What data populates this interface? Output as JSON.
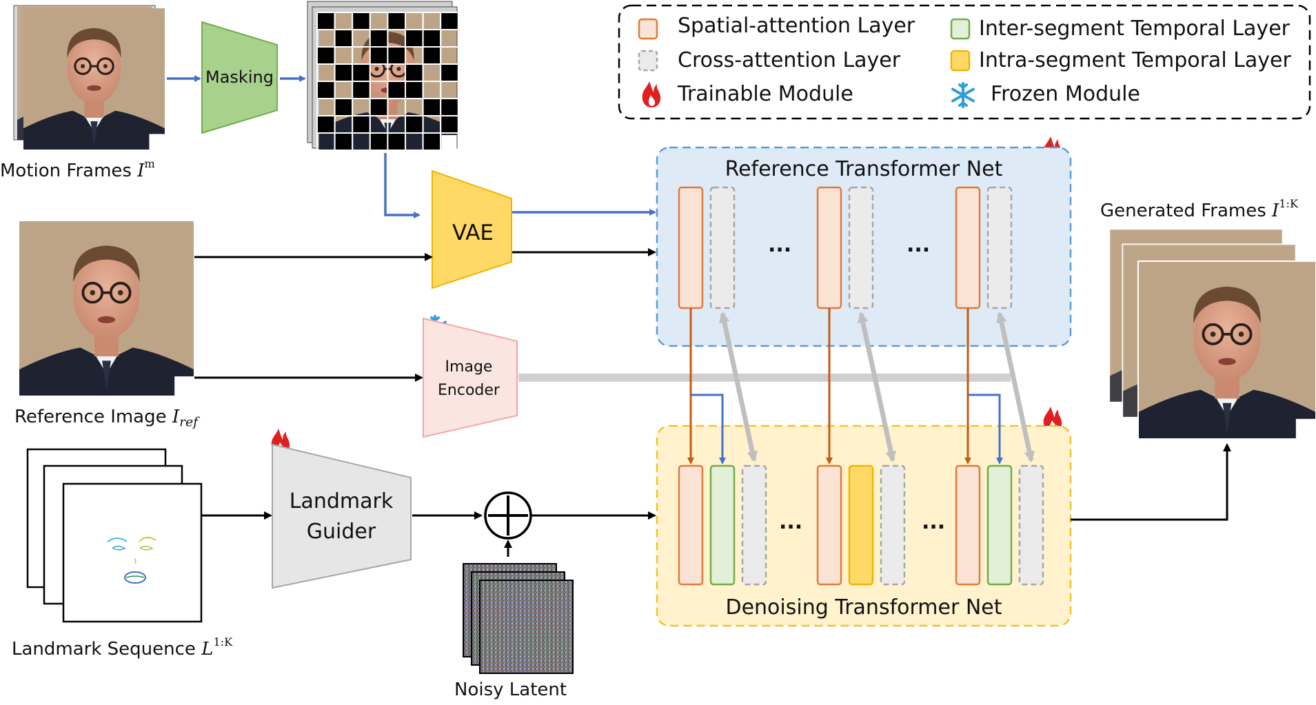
{
  "legend": {
    "spatial_attention": "Spatial-attention Layer",
    "cross_attention": "Cross-attention Layer",
    "trainable": "Trainable Module",
    "inter_segment": "Inter-segment Temporal Layer",
    "intra_segment": "Intra-segment Temporal Layer",
    "frozen": "Frozen Module"
  },
  "inputs": {
    "motion_frames": "Motion Frames",
    "motion_frames_sym": "I",
    "motion_frames_sup": "m",
    "reference_image": "Reference Image",
    "reference_image_sym": "I",
    "reference_image_sub": "ref",
    "landmark_sequence": "Landmark Sequence",
    "landmark_sequence_sym": "L",
    "landmark_sequence_sup": "1:K",
    "noisy_latent": "Noisy Latent"
  },
  "modules": {
    "masking": "Masking",
    "vae": "VAE",
    "image_encoder_l1": "Image",
    "image_encoder_l2": "Encoder",
    "landmark_guider_l1": "Landmark",
    "landmark_guider_l2": "Guider"
  },
  "nets": {
    "reference": "Reference Transformer Net",
    "denoising": "Denoising Transformer Net",
    "ellipsis": "..."
  },
  "output": {
    "generated_frames": "Generated Frames",
    "generated_frames_sym": "I",
    "generated_frames_sup": "1:K"
  },
  "colors": {
    "spatial_fill": "#fbe3d6",
    "spatial_stroke": "#e07b39",
    "cross_fill": "#ebebeb",
    "cross_stroke": "#a6a6a6",
    "inter_fill": "#e2efd9",
    "inter_stroke": "#70ad47",
    "intra_fill": "#ffd966",
    "intra_stroke": "#f0b400",
    "ref_net_fill": "#deebf7",
    "ref_net_stroke": "#5b9bd5",
    "den_net_fill": "#fff2cc",
    "den_net_stroke": "#f2c12e",
    "masking_fill": "#a9d18e",
    "vae_fill": "#ffd966",
    "image_encoder_fill": "#fbe5e1",
    "landmark_guider_fill": "#e7e6e6",
    "blue_arrow": "#4472c4",
    "orange_arrow": "#c55a11",
    "gray_arrow": "#bfbfbf",
    "fire": "#e02020",
    "snow": "#2e9fd8"
  }
}
